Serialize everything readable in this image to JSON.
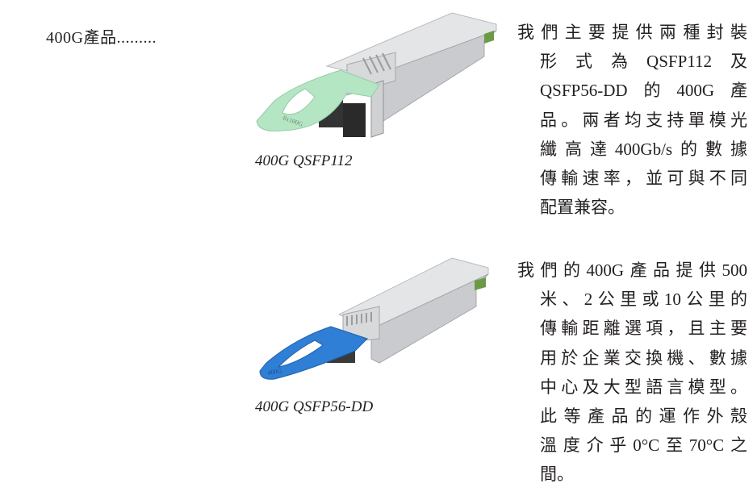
{
  "section_label": "400G產品.........",
  "products": [
    {
      "caption": "400G QSFP112",
      "tab_text": "8x100G",
      "tab_color": "#b4e6c4",
      "description_lines": [
        "我們主要提供兩種封裝",
        "形式為QSFP112及",
        "QSFP56-DD的400G產",
        "品。兩者均支持單模光",
        "纖高達400Gb/s的數據",
        "傳輸速率，並可與不同",
        "配置兼容。"
      ]
    },
    {
      "caption": "400G QSFP56-DD",
      "tab_text": "400G",
      "tab_color": "#2f7fd6",
      "description_lines": [
        "我們的400G產品提供500",
        "米、2公里或10公里的",
        "傳輸距離選項，且主要",
        "用於企業交換機、數據",
        "中心及大型語言模型。",
        "此等產品的運作外殼",
        "溫度介乎0°C至70°C之",
        "間。"
      ]
    }
  ]
}
